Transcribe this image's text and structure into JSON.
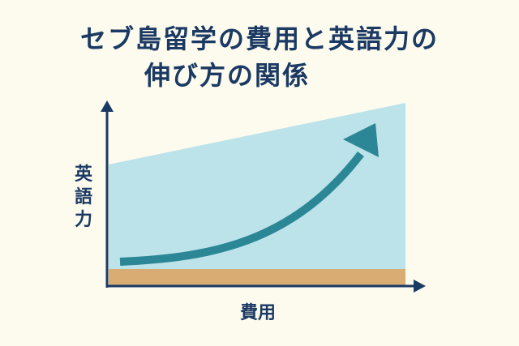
{
  "title": {
    "line1": "セブ島留学の費用と英語力の",
    "line2": "伸び方の関係"
  },
  "axes": {
    "y_label_chars": [
      "英",
      "語",
      "力"
    ],
    "y_label": "英語力",
    "x_label": "費用"
  },
  "colors": {
    "background": "#fdfaee",
    "axis": "#1b3a63",
    "area": "#bce2ea",
    "band": "#d9ac74",
    "arrow": "#2b8795",
    "text": "#1b3a63"
  }
}
